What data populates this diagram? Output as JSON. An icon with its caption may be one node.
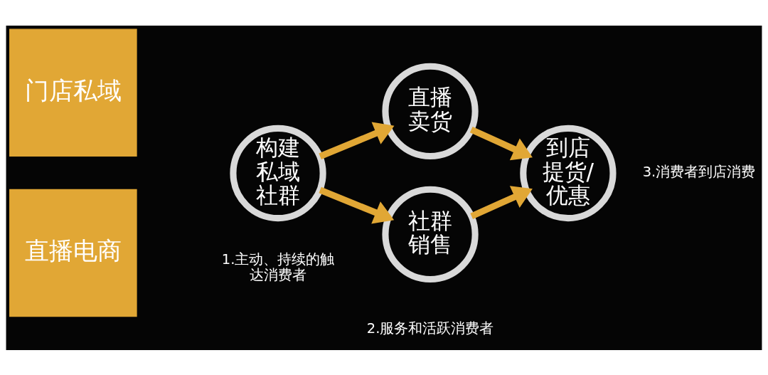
{
  "diagram": {
    "nodes": [
      {
        "text": [
          "门店私域"
        ]
      },
      {
        "text": [
          "直播电商"
        ]
      },
      {
        "text": [
          "构建私域社群"
        ],
        "beside": [
          "1.主动、持续的触达消费者"
        ]
      },
      {
        "text": [
          "直播卖货"
        ]
      },
      {
        "text": [
          "社群销售"
        ],
        "beside": [
          "2.服务和活跃消费者"
        ]
      },
      {
        "text": [
          "到店提货/优惠"
        ],
        "beside": [
          "3.消费者到店消费"
        ]
      }
    ],
    "edges": [
      {
        "from": 2,
        "to": 3,
        "arrow": "to"
      },
      {
        "from": 2,
        "to": 4,
        "arrow": "to"
      },
      {
        "from": 3,
        "to": 5,
        "arrow": "to"
      },
      {
        "from": 4,
        "to": 5,
        "arrow": "to"
      }
    ]
  }
}
